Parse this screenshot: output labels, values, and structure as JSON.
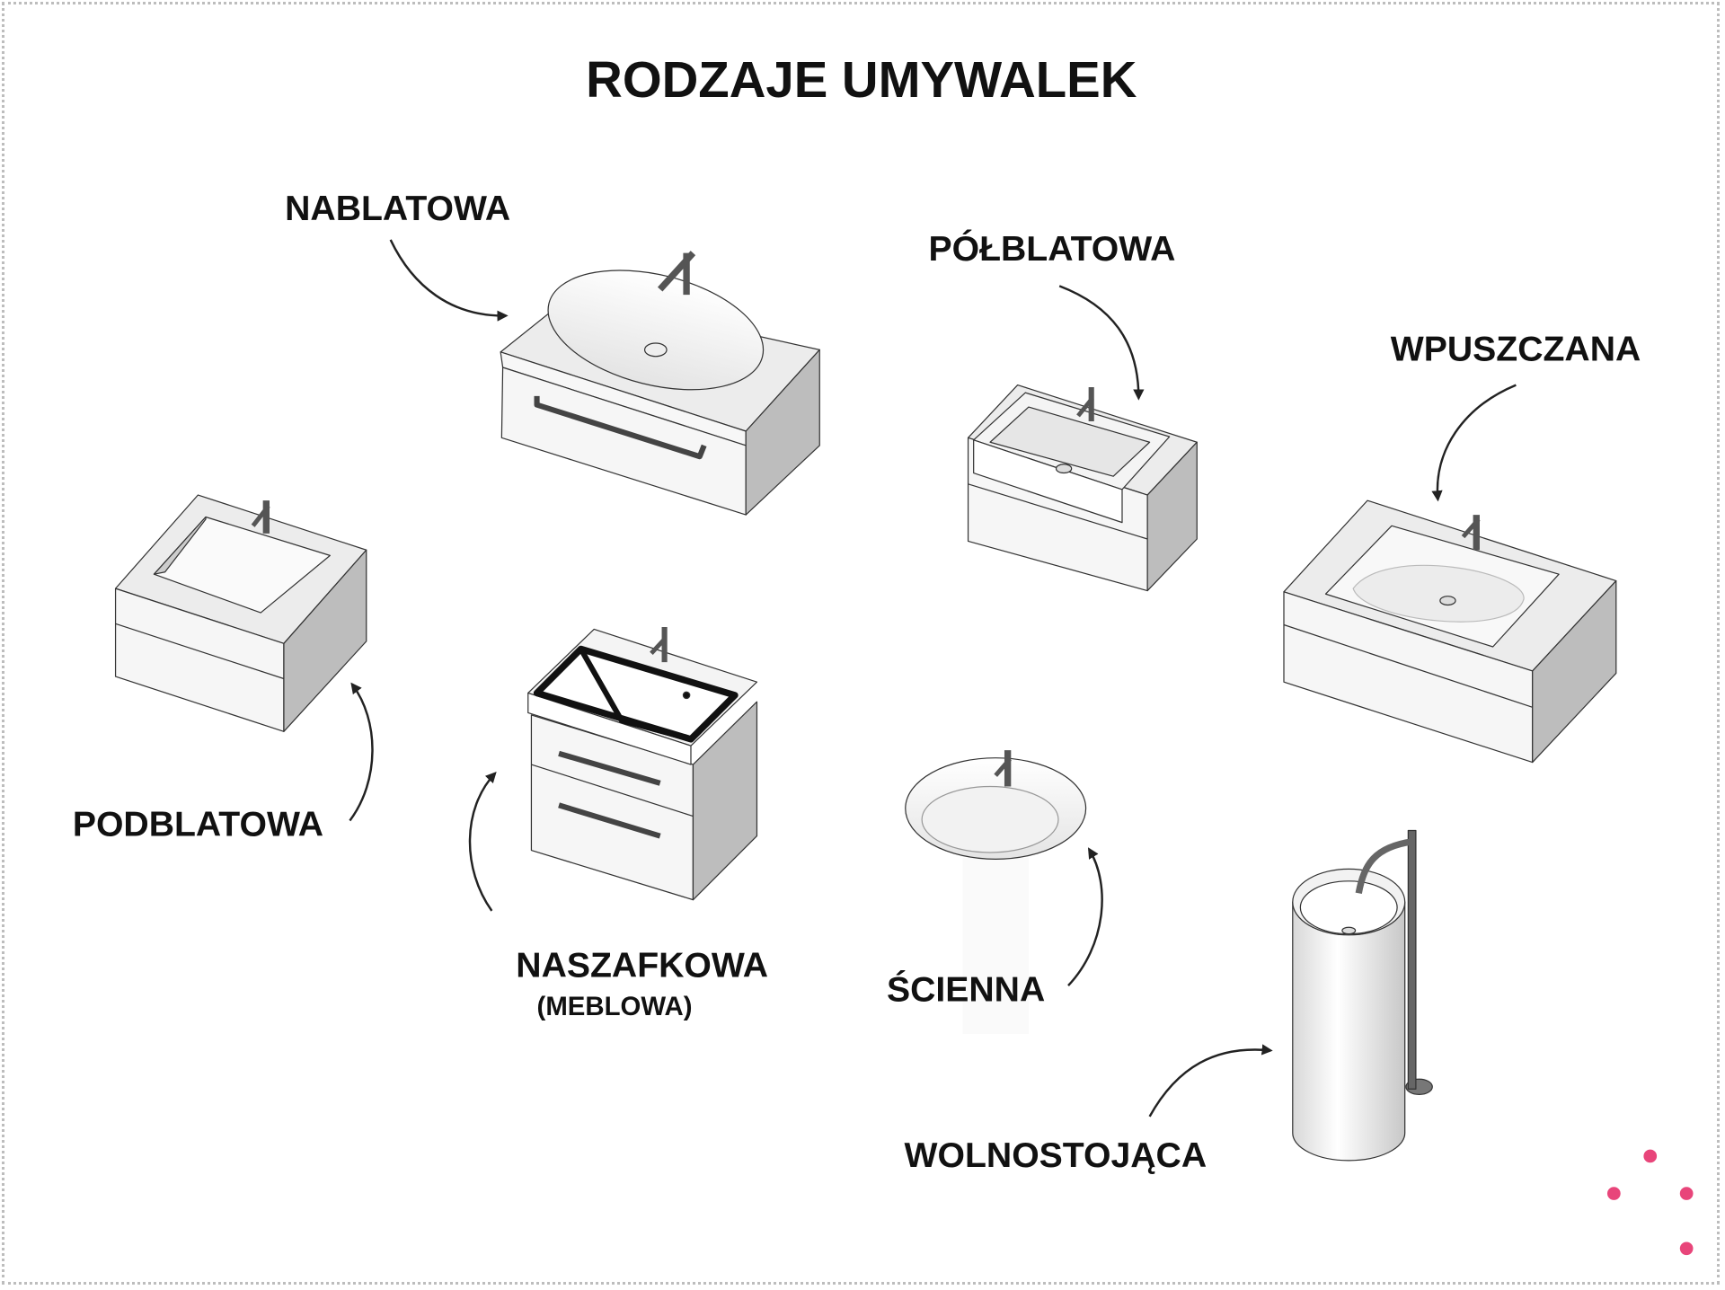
{
  "title": "RODZAJE UMYWALEK",
  "labels": {
    "nablatowa": "NABLATOWA",
    "polblatowa": "PÓŁBLATOWA",
    "wpuszczana": "WPUSZCZANA",
    "podblatowa": "PODBLATOWA",
    "naszafkowa": "NASZAFKOWA",
    "naszafkowa_sub": "(MEBLOWA)",
    "scienna": "ŚCIENNA",
    "wolnostojaca": "WOLNOSTOJĄCA"
  },
  "colors": {
    "accent": "#e8457a",
    "text": "#111111",
    "faucet": "#555555"
  }
}
